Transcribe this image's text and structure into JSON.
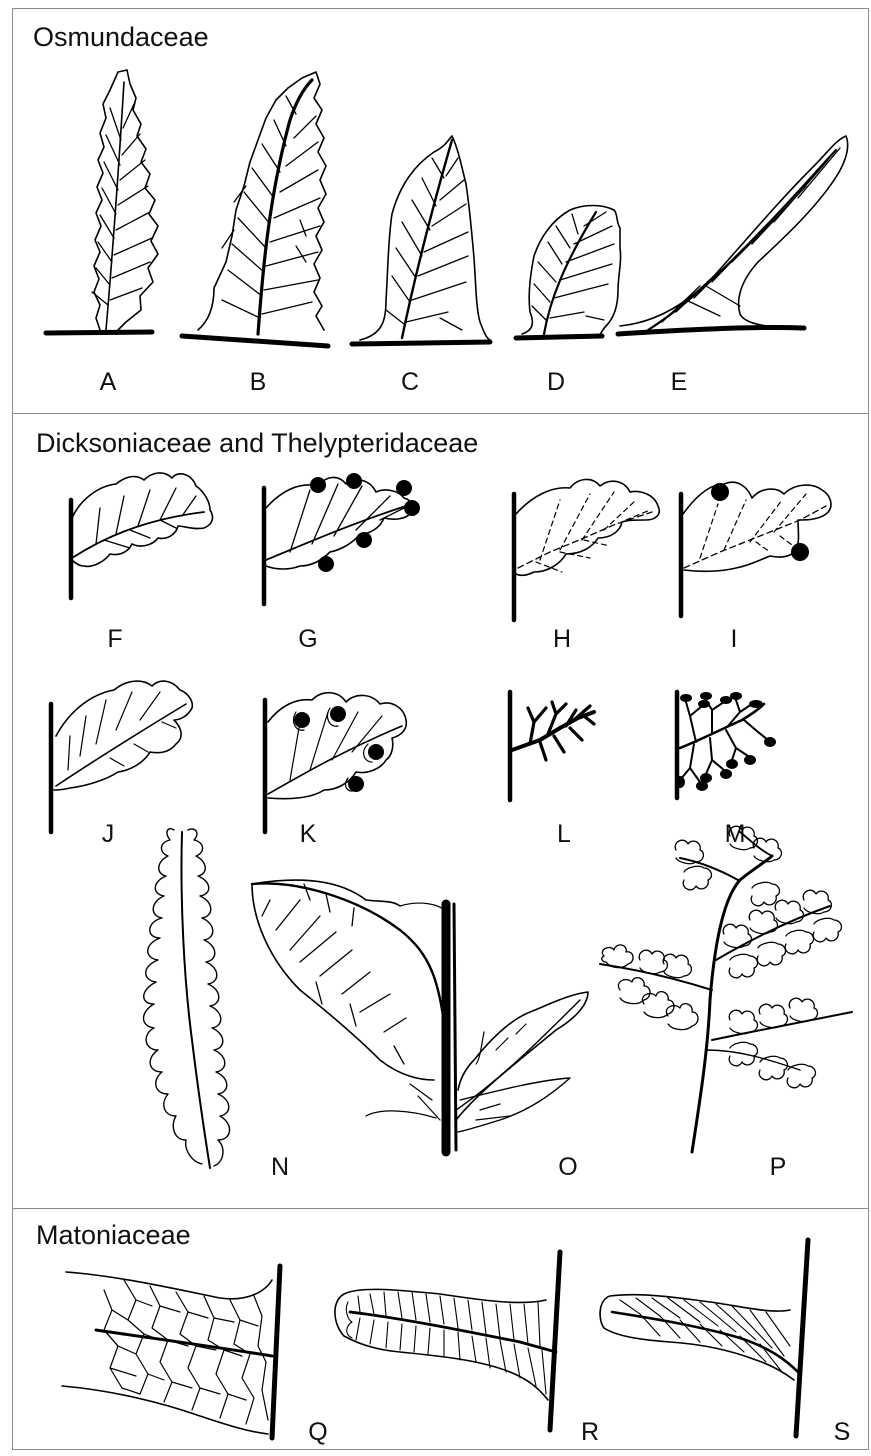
{
  "sections": [
    {
      "title": "Osmundaceae",
      "labels": [
        "A",
        "B",
        "C",
        "D",
        "E"
      ]
    },
    {
      "title": "Dicksoniaceae and Thelypteridaceae",
      "labels": [
        "F",
        "G",
        "H",
        "I",
        "J",
        "K",
        "L",
        "M",
        "N",
        "O",
        "P"
      ]
    },
    {
      "title": "Matoniaceae",
      "labels": [
        "Q",
        "R",
        "S"
      ]
    }
  ]
}
